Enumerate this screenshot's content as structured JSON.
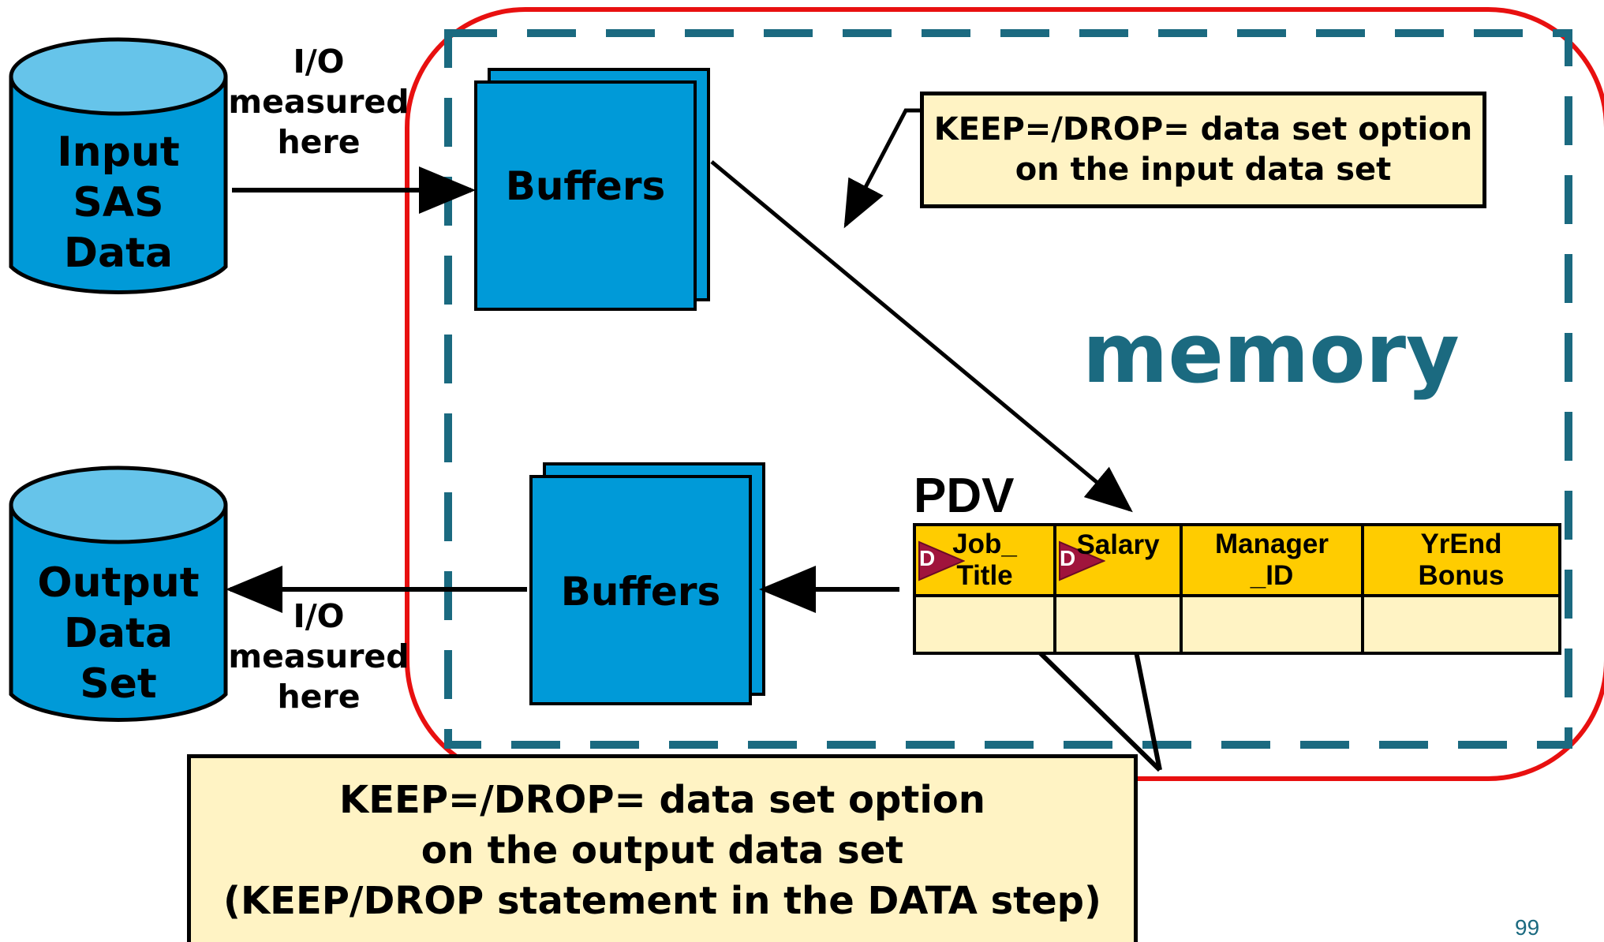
{
  "input_cylinder": [
    "Input",
    "SAS",
    "Data"
  ],
  "output_cylinder": [
    "Output",
    "Data",
    "Set"
  ],
  "io_top": [
    "I/O",
    "measured",
    "here"
  ],
  "io_bottom": [
    "I/O",
    "measured",
    "here"
  ],
  "buffers_top": "Buffers",
  "buffers_bottom": "Buffers",
  "memory_label": "memory",
  "pdv": {
    "title": "PDV",
    "columns": [
      {
        "line1": "Job_",
        "line2": "Title",
        "drop_marker": "D"
      },
      {
        "line1": "Salary",
        "line2": "",
        "drop_marker": "D"
      },
      {
        "line1": "Manager",
        "line2": "_ID",
        "drop_marker": ""
      },
      {
        "line1": "YrEnd",
        "line2": "Bonus",
        "drop_marker": ""
      }
    ]
  },
  "callout_input": [
    "KEEP=/DROP= data set option",
    "on the input data set"
  ],
  "callout_output": [
    "KEEP=/DROP= data set option",
    "on the output data set",
    "(KEEP/DROP statement in the DATA step)"
  ],
  "slide_number": "99",
  "colors": {
    "cylinder_fill": "#009ad8",
    "cylinder_top": "#66c4ea",
    "buffer_fill": "#009ad8",
    "memory_border": "#e81010",
    "dashed_border": "#1b6a80",
    "pdv_header": "#ffcc00",
    "pdv_body": "#fff3c4",
    "drop_marker": "#a0143c",
    "callout_fill": "#fff3c4"
  }
}
